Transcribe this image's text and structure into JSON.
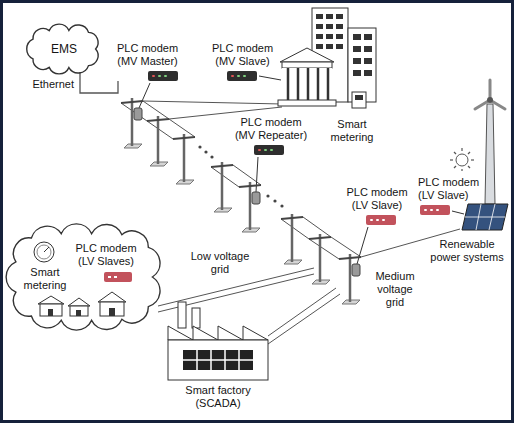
{
  "diagram": {
    "nodes": [
      {
        "text": [
          "EMS"
        ]
      },
      {
        "text": [
          "PLC modem (MV Master)"
        ]
      },
      {
        "text": [
          "PLC modem (MV Slave)"
        ]
      },
      {
        "text": [
          "PLC modem (MV Repeater)"
        ]
      },
      {
        "text": [
          "PLC modem (LV Slave)"
        ]
      },
      {
        "text": [
          "PLC modem (LV Slave)"
        ]
      },
      {
        "text": [
          "PLC modem (LV Slaves)",
          "Smart metering"
        ]
      }
    ],
    "edges": [
      {
        "from": 0,
        "to": 1,
        "label": "Ethernet",
        "arrow": "none"
      }
    ],
    "labels": [
      "Smart metering",
      "Renewable power systems",
      "Low voltage grid",
      "Medium voltage grid",
      "Smart factory (SCADA)"
    ]
  }
}
